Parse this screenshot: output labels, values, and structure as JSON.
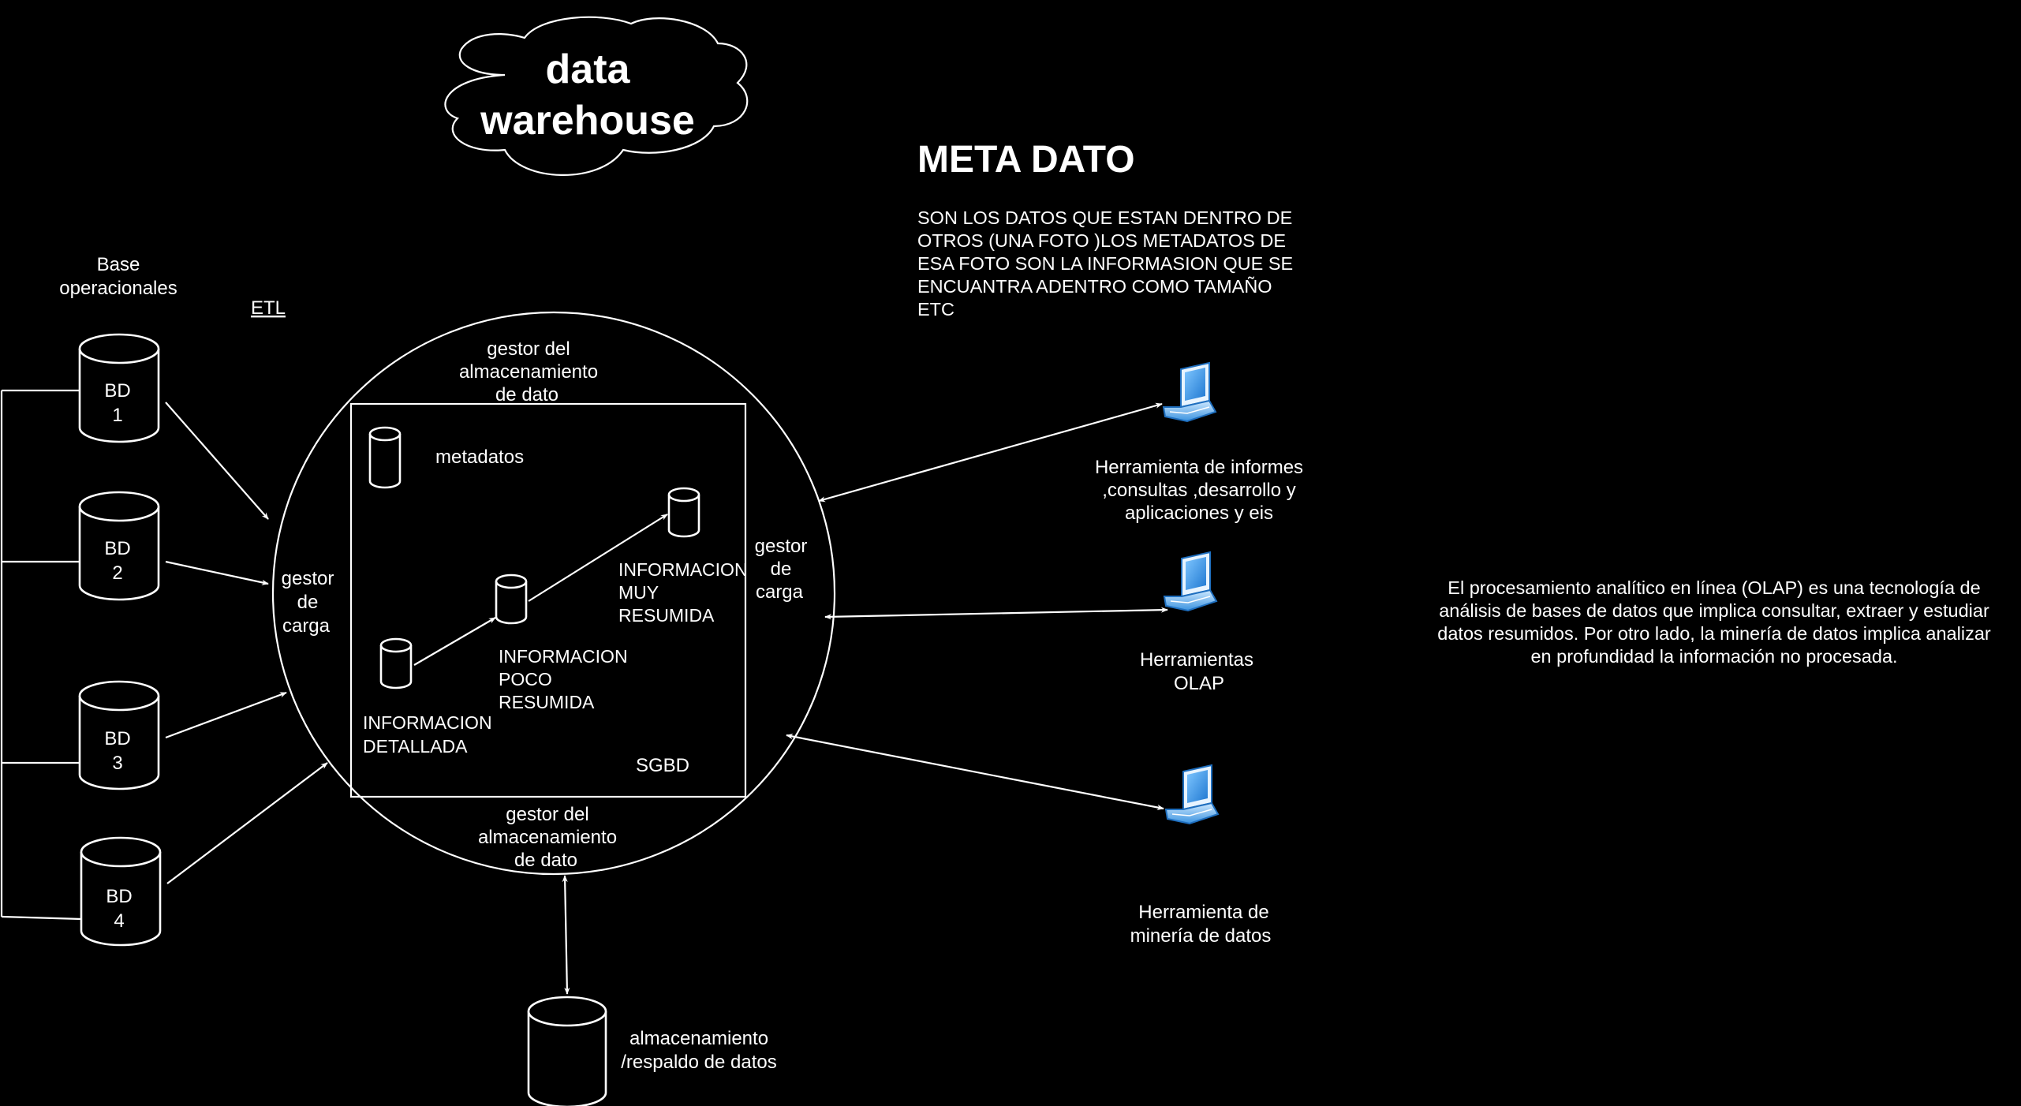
{
  "title": {
    "line1": "data",
    "line2": "warehouse"
  },
  "meta": {
    "heading": "META DATO",
    "description": "SON LOS DATOS QUE ESTAN DENTRO DE OTROS  (UNA FOTO )LOS METADATOS DE ESA FOTO SON LA INFORMASION QUE SE ENCUANTRA ADENTRO COMO TAMAÑO ETC"
  },
  "sources": {
    "label_line1": "Base",
    "label_line2": "operacionales",
    "etl": "ETL",
    "databases": [
      {
        "line1": "BD",
        "line2": "1"
      },
      {
        "line1": "BD",
        "line2": "2"
      },
      {
        "line1": "BD",
        "line2": "3"
      },
      {
        "line1": "BD",
        "line2": "4"
      }
    ]
  },
  "warehouse": {
    "storage_manager_top": [
      "gestor del",
      "almacenamiento",
      "de dato"
    ],
    "storage_manager_bottom": [
      "gestor del",
      "almacenamiento",
      "de dato"
    ],
    "load_manager_left": [
      "gestor",
      "de",
      "carga"
    ],
    "load_manager_right": [
      "gestor",
      "de",
      "carga"
    ],
    "metadata": "metadatos",
    "detailed": [
      "INFORMACION",
      "DETALLADA"
    ],
    "lightly": [
      "INFORMACION",
      "POCO",
      "RESUMIDA"
    ],
    "highly": [
      "INFORMACION",
      "MUY",
      "RESUMIDA"
    ],
    "dbms": "SGBD"
  },
  "backup": [
    "almacenamiento",
    "/respaldo de datos"
  ],
  "tools": {
    "reports": [
      "Herramienta de informes",
      ",consultas ,desarrollo y",
      "aplicaciones y eis"
    ],
    "olap": [
      "Herramientas",
      "OLAP"
    ],
    "mining": [
      "Herramienta de",
      "minería de datos"
    ]
  },
  "olap_description": "El procesamiento analítico en línea (OLAP) es una tecnología de análisis de bases de datos que implica consultar, extraer y estudiar datos resumidos. Por otro lado, la minería de datos implica analizar en profundidad la información no procesada.",
  "colors": {
    "background": "#000000",
    "foreground": "#ffffff",
    "laptop_blue": "#2f8fe6"
  }
}
